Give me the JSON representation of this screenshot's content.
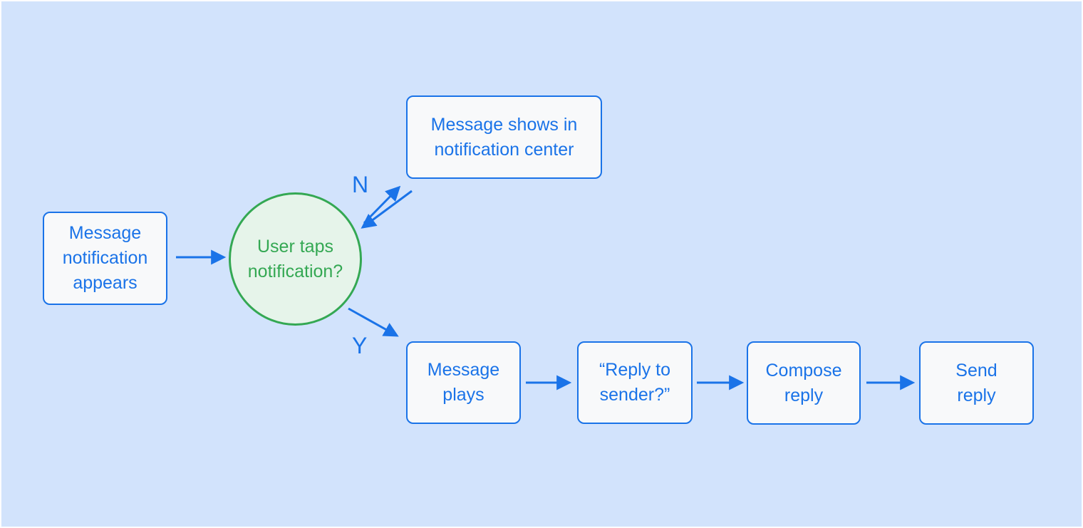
{
  "palette": {
    "background": "#d2e3fc",
    "frame_border": "#fdfdfe",
    "blue": "#1a73e8",
    "box_fill": "#f8f9fa",
    "green_border": "#34a853",
    "green_fill": "#e6f4ea",
    "green_text": "#34a853"
  },
  "diagram": {
    "nodes": {
      "start": {
        "shape": "rect",
        "label": "Message\nnotification\nappears"
      },
      "decision": {
        "shape": "circle",
        "label": "User taps\nnotification?"
      },
      "notification_center": {
        "shape": "rect",
        "label": "Message shows in\nnotification center"
      },
      "message_plays": {
        "shape": "rect",
        "label": "Message\nplays"
      },
      "reply_to_sender": {
        "shape": "rect",
        "label": "“Reply to\nsender?”"
      },
      "compose_reply": {
        "shape": "rect",
        "label": "Compose\nreply"
      },
      "send_reply": {
        "shape": "rect",
        "label": "Send\nreply"
      }
    },
    "branch_labels": {
      "no": "N",
      "yes": "Y"
    },
    "edges": [
      {
        "from": "start",
        "to": "decision",
        "label": ""
      },
      {
        "from": "decision",
        "to": "notification_center",
        "label": "N"
      },
      {
        "from": "notification_center",
        "to": "decision",
        "label": ""
      },
      {
        "from": "decision",
        "to": "message_plays",
        "label": "Y"
      },
      {
        "from": "message_plays",
        "to": "reply_to_sender",
        "label": ""
      },
      {
        "from": "reply_to_sender",
        "to": "compose_reply",
        "label": ""
      },
      {
        "from": "compose_reply",
        "to": "send_reply",
        "label": ""
      }
    ]
  }
}
